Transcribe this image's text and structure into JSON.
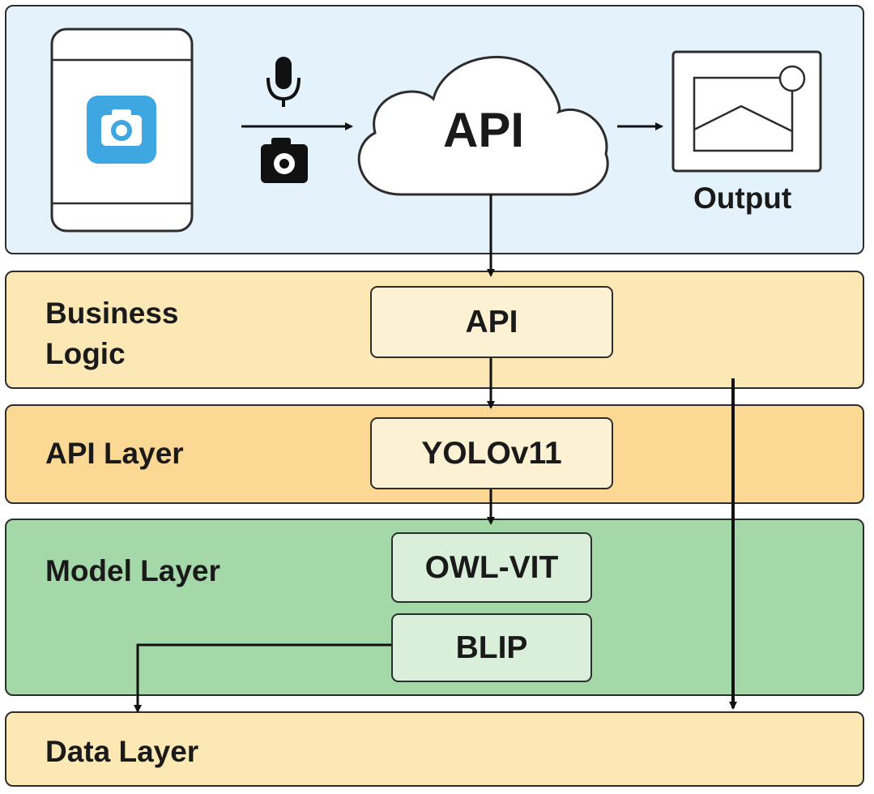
{
  "colors": {
    "client_bg": "#e3f2fb",
    "business_bg": "#fbe8b5",
    "api_layer_bg": "#fbd894",
    "model_bg": "#a5d8a8",
    "data_bg": "#fbe8b5",
    "node_bg_warm": "#fdf1d4",
    "node_bg_green": "#d9efd9",
    "camera_app_blue": "#3ea6e0"
  },
  "client": {
    "cloud_label": "API",
    "output_label": "Output",
    "icons": [
      "smartphone-icon",
      "camera-app-icon",
      "microphone-icon",
      "camera-icon",
      "image-output-icon",
      "cloud-icon"
    ]
  },
  "layers": {
    "business": {
      "label_line1": "Business",
      "label_line2": "Logic",
      "node": "API"
    },
    "api": {
      "label": "API Layer",
      "node": "YOLOv11"
    },
    "model": {
      "label": "Model Layer",
      "node1": "OWL-VIT",
      "node2": "BLIP"
    },
    "data": {
      "label": "Data Layer"
    }
  }
}
